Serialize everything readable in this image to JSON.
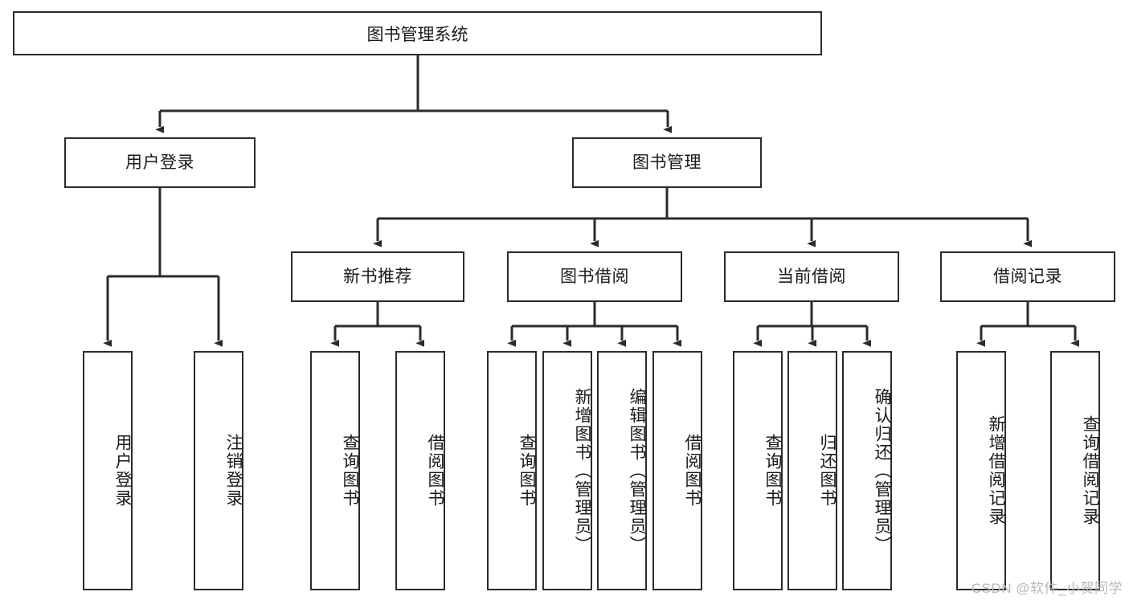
{
  "diagram": {
    "title": "图书管理系统",
    "root": {
      "label": "图书管理系统"
    },
    "level2": [
      {
        "label": "用户登录"
      },
      {
        "label": "图书管理"
      }
    ],
    "level3": [
      {
        "label": "新书推荐"
      },
      {
        "label": "图书借阅"
      },
      {
        "label": "当前借阅"
      },
      {
        "label": "借阅记录"
      }
    ],
    "leaves": {
      "user_login": [
        {
          "label": "用户登录"
        },
        {
          "label": "注销登录"
        }
      ],
      "new_book_recommend": [
        {
          "label": "查询图书"
        },
        {
          "label": "借阅图书"
        }
      ],
      "book_borrow": [
        {
          "label": "查询图书"
        },
        {
          "label": "新增图书（管理员）"
        },
        {
          "label": "编辑图书（管理员）"
        },
        {
          "label": "借阅图书"
        }
      ],
      "current_borrow": [
        {
          "label": "查询图书"
        },
        {
          "label": "归还图书"
        },
        {
          "label": "确认归还（管理员）"
        }
      ],
      "borrow_record": [
        {
          "label": "新增借阅记录"
        },
        {
          "label": "查询借阅记录"
        }
      ]
    },
    "watermark": "CSDN @软件_小贺同学",
    "colors": {
      "stroke": "#2b2b2b",
      "fill": "#ffffff",
      "text": "#1a1a1a",
      "watermark": "#b8b8b8"
    }
  }
}
